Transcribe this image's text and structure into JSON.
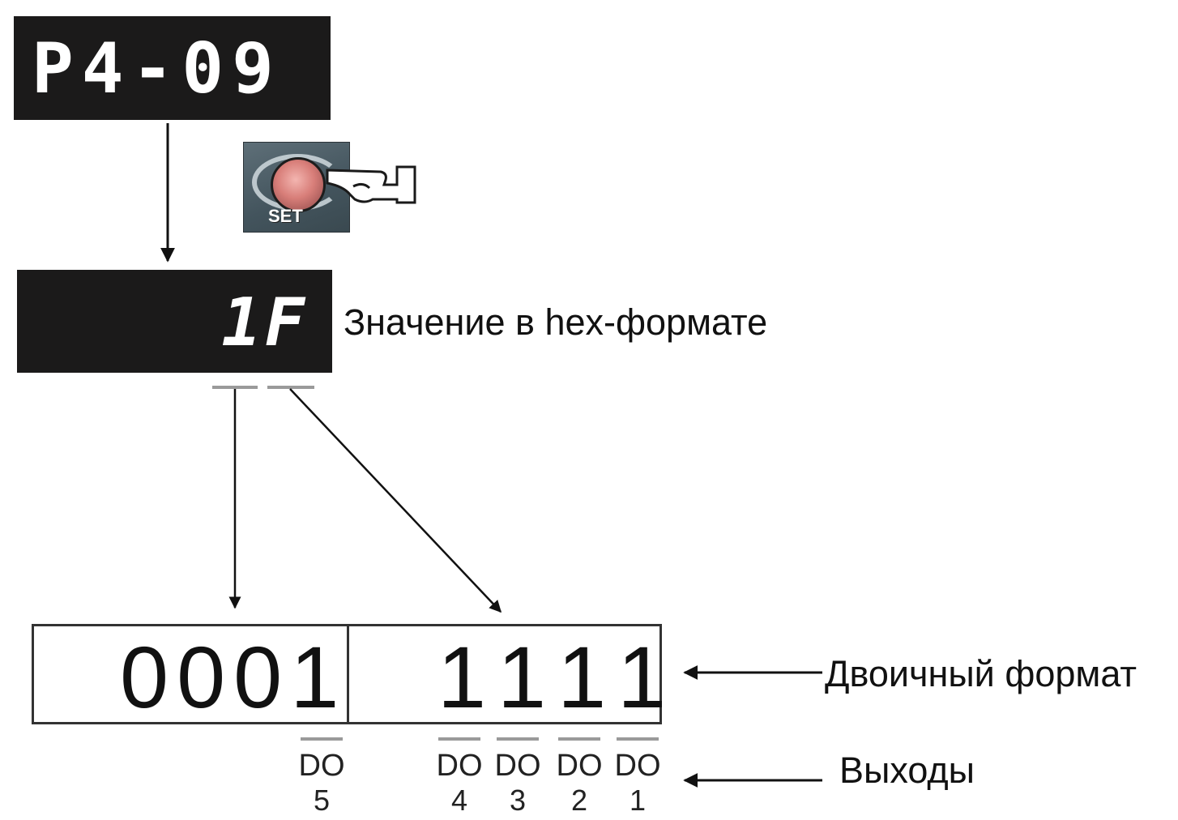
{
  "display_top": {
    "text": "P4-09"
  },
  "set_key": {
    "label": "SET"
  },
  "display_value": {
    "text": "1F"
  },
  "hex_label": "Значение в hex-формате",
  "binary": {
    "high_nibble": "0001",
    "low_nibble": "1111"
  },
  "binary_label": "Двоичный формат",
  "outputs_label": "Выходы",
  "outputs": [
    {
      "name": "DO",
      "num": "5"
    },
    {
      "name": "DO",
      "num": "4"
    },
    {
      "name": "DO",
      "num": "3"
    },
    {
      "name": "DO",
      "num": "2"
    },
    {
      "name": "DO",
      "num": "1"
    }
  ],
  "icons": {
    "set_key": "pressed-button-with-pointing-hand-icon",
    "arrow": "arrow-icon"
  }
}
